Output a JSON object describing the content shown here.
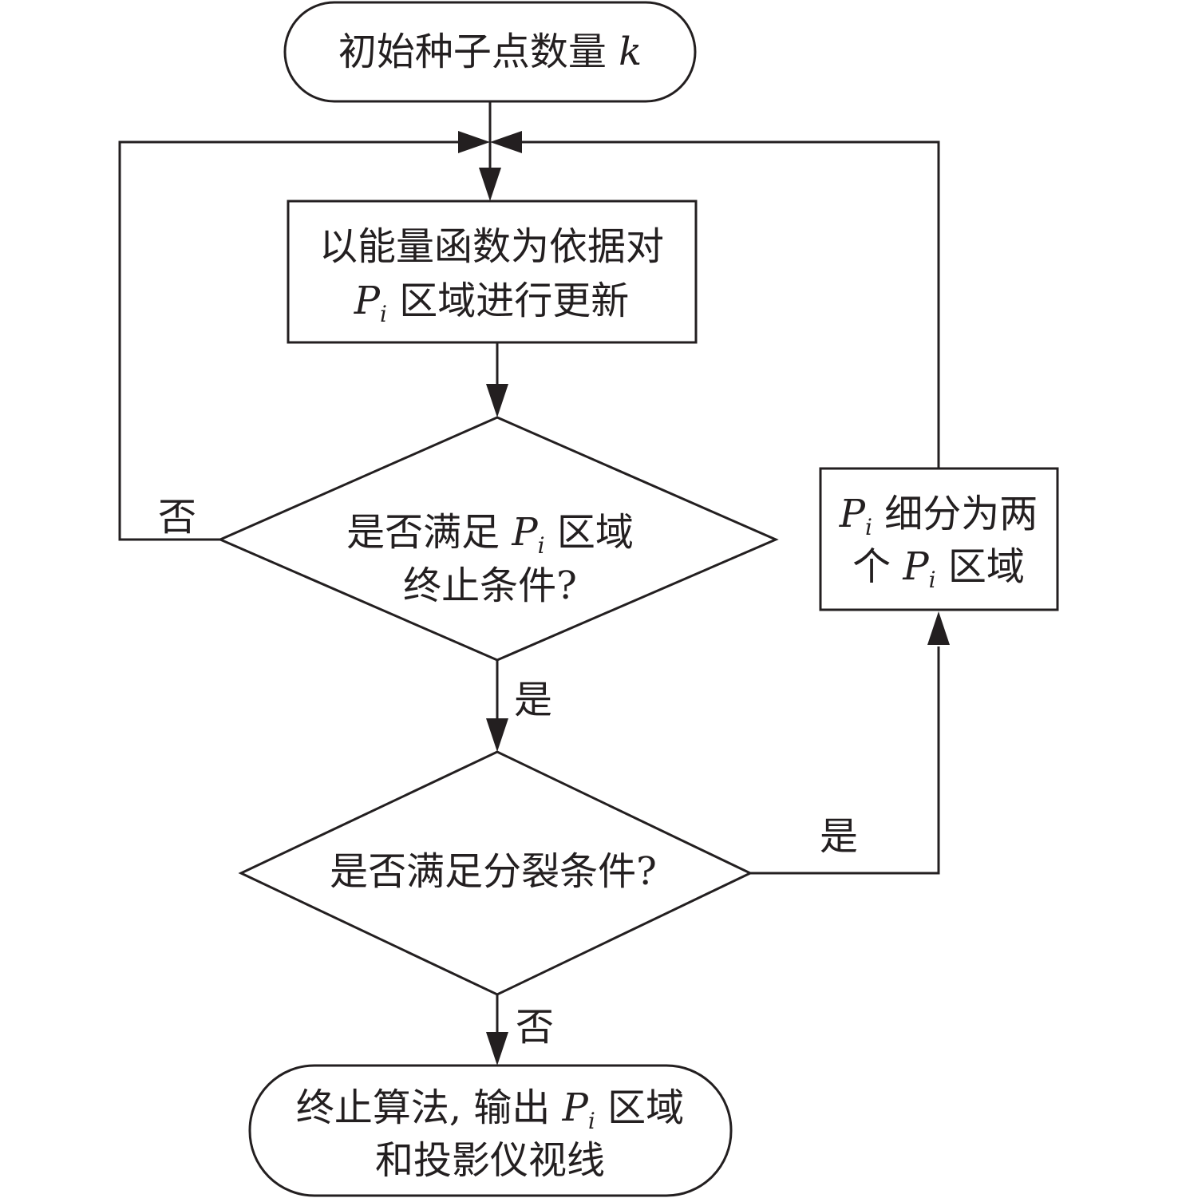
{
  "start": {
    "text": "初始种子点数量",
    "var": "k"
  },
  "update": {
    "line1": "以能量函数为依据对",
    "line2_var": "P",
    "line2_sub": "i",
    "line2_text": "区域进行更新"
  },
  "check_terminate": {
    "line1_text": "是否满足",
    "line1_var": "P",
    "line1_sub": "i",
    "line1_tail": "区域",
    "line2": "终止条件?"
  },
  "check_split": {
    "text": "是否满足分裂条件?"
  },
  "split": {
    "line1_var": "P",
    "line1_sub": "i",
    "line1_text": "细分为两",
    "line2_text": "个",
    "line2_var": "P",
    "line2_sub": "i",
    "line2_tail": "区域"
  },
  "end": {
    "line1_text": "终止算法, 输出",
    "line1_var": "P",
    "line1_sub": "i",
    "line1_tail": "区域",
    "line2": "和投影仪视线"
  },
  "labels": {
    "no": "否",
    "yes": "是"
  }
}
